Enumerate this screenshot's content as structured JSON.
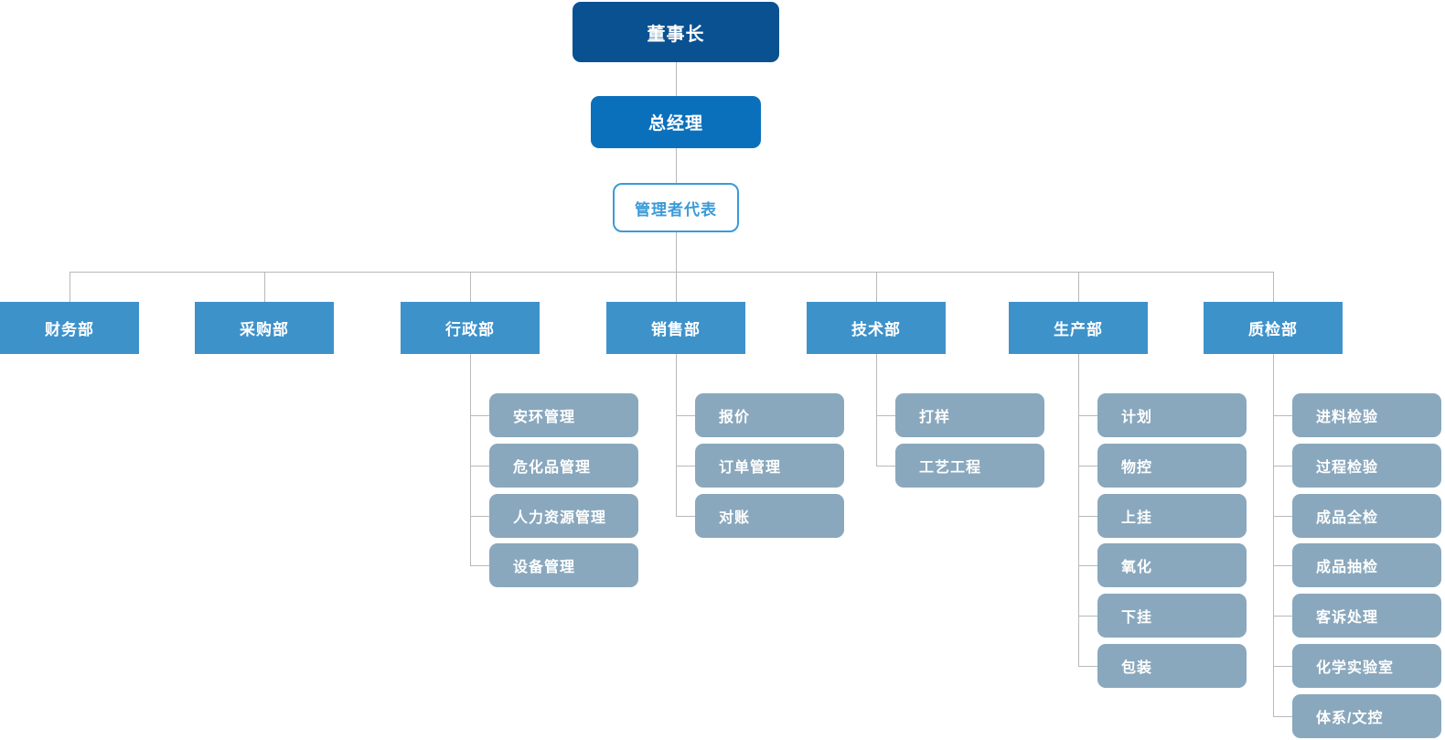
{
  "page": {
    "background": "#ffffff"
  },
  "colors": {
    "chairman_bg": "#0a5191",
    "gm_bg": "#0b70bc",
    "rep_border": "#3b9ad8",
    "rep_text": "#3b9ad8",
    "dept_bg": "#3e92ca",
    "sub_bg": "#8aa8bd",
    "node_text": "#ffffff",
    "line": "#b9b9b9"
  },
  "org": {
    "chairman": {
      "label": "董事长"
    },
    "general_manager": {
      "label": "总经理"
    },
    "management_rep": {
      "label": "管理者代表"
    },
    "departments": [
      {
        "id": "finance",
        "label": "财务部",
        "children": []
      },
      {
        "id": "purchasing",
        "label": "采购部",
        "children": []
      },
      {
        "id": "admin",
        "label": "行政部",
        "children": [
          "安环管理",
          "危化品管理",
          "人力资源管理",
          "设备管理"
        ]
      },
      {
        "id": "sales",
        "label": "销售部",
        "children": [
          "报价",
          "订单管理",
          "对账"
        ]
      },
      {
        "id": "technology",
        "label": "技术部",
        "children": [
          "打样",
          "工艺工程"
        ]
      },
      {
        "id": "production",
        "label": "生产部",
        "children": [
          "计划",
          "物控",
          "上挂",
          "氧化",
          "下挂",
          "包装"
        ]
      },
      {
        "id": "quality",
        "label": "质检部",
        "children": [
          "进料检验",
          "过程检验",
          "成品全检",
          "成品抽检",
          "客诉处理",
          "化学实验室",
          "体系/文控"
        ]
      }
    ]
  }
}
